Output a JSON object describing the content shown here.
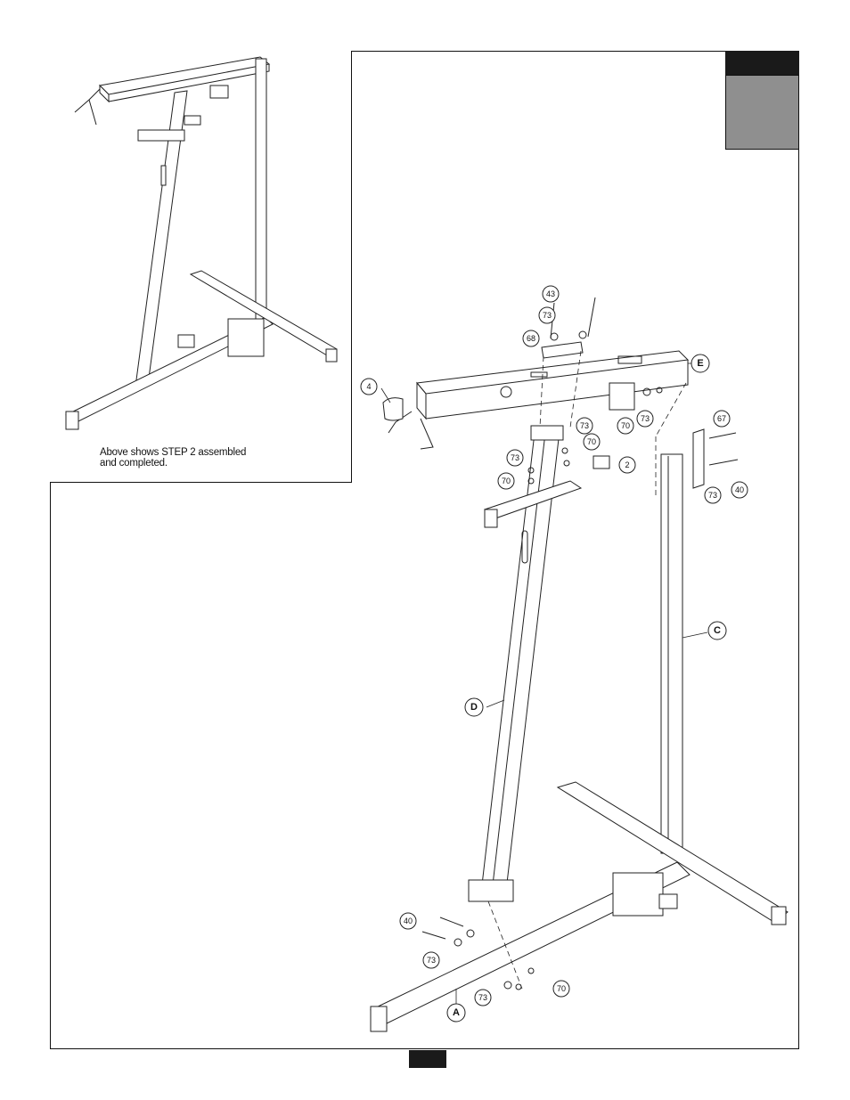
{
  "inset": {
    "caption_line1": "Above shows STEP 2 assembled",
    "caption_line2": "and completed."
  },
  "callouts": {
    "part_E": "E",
    "part_C": "C",
    "part_D": "D",
    "part_A": "A",
    "p43": "43",
    "p73_top": "73",
    "p68": "68",
    "p4": "4",
    "p70_upper": "70",
    "p73_upper": "73",
    "p73_bracket": "73",
    "p70_bracket": "70",
    "p2": "2",
    "p73_left": "73",
    "p70_left": "70",
    "p67": "67",
    "p73_right": "73",
    "p40_right": "40",
    "p40_bottom": "40",
    "p73_bottom": "73",
    "p73_bottom2": "73",
    "p70_bottom": "70"
  }
}
